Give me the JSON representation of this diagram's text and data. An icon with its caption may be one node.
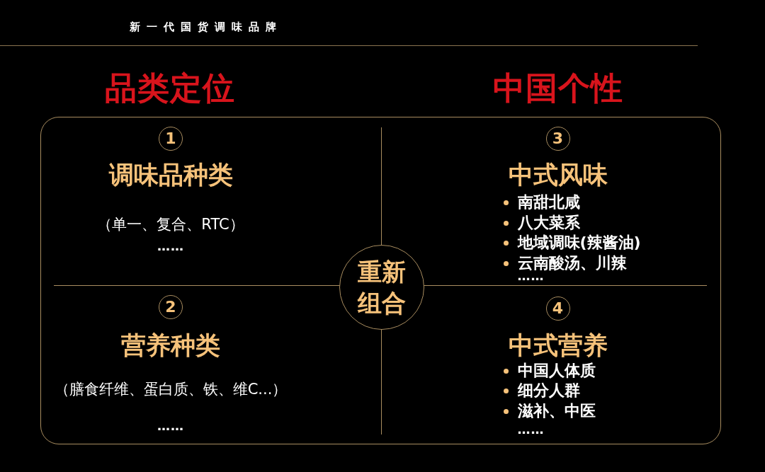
{
  "diagram": {
    "nodes": [
      {
        "text": [],
        "shape": "box"
      },
      {
        "text": [
          "1",
          "调味品种类",
          "（单一、复合、RTC）",
          "……"
        ],
        "in": 0
      },
      {
        "text": [
          "3",
          "中式风味",
          "南甜北咸",
          "八大菜系",
          "地域调味(辣酱油)",
          "云南酸汤、川辣",
          "……"
        ],
        "in": 0
      },
      {
        "text": [
          "重新组合"
        ],
        "in": 0
      },
      {
        "text": [
          "2",
          "营养种类",
          "（膳食纤维、蛋白质、铁、维C...）",
          "……"
        ],
        "in": 0
      },
      {
        "text": [
          "4",
          "中式营养",
          "中国人体质",
          "细分人群",
          "滋补、中医",
          "……"
        ],
        "in": 0
      }
    ],
    "labels": [
      "新一代国货调味品牌",
      "品类定位",
      "中国个性"
    ]
  }
}
